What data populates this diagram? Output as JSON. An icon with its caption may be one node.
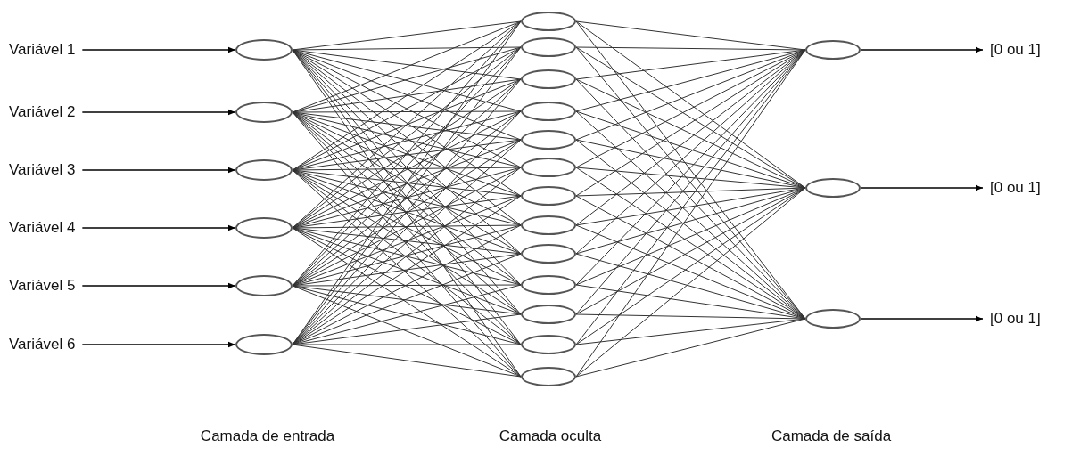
{
  "diagram": {
    "nodes": [
      {
        "text": [
          "Variável 1"
        ]
      },
      {
        "text": [
          "Variável 2"
        ]
      },
      {
        "text": [
          "Variável 3"
        ]
      },
      {
        "text": [
          "Variável 4"
        ]
      },
      {
        "text": [
          "Variável 5"
        ]
      },
      {
        "text": [
          "Variável 6"
        ]
      },
      {
        "text": [],
        "shape": "circle"
      },
      {
        "text": [],
        "shape": "circle"
      },
      {
        "text": [],
        "shape": "circle"
      },
      {
        "text": [],
        "shape": "circle"
      },
      {
        "text": [],
        "shape": "circle"
      },
      {
        "text": [],
        "shape": "circle"
      },
      {
        "text": [],
        "shape": "circle"
      },
      {
        "text": [],
        "shape": "circle"
      },
      {
        "text": [],
        "shape": "circle"
      },
      {
        "text": [],
        "shape": "circle"
      },
      {
        "text": [],
        "shape": "circle"
      },
      {
        "text": [],
        "shape": "circle"
      },
      {
        "text": [],
        "shape": "circle"
      },
      {
        "text": [],
        "shape": "circle"
      },
      {
        "text": [],
        "shape": "circle"
      },
      {
        "text": [],
        "shape": "circle"
      },
      {
        "text": [],
        "shape": "circle"
      },
      {
        "text": [],
        "shape": "circle"
      },
      {
        "text": [],
        "shape": "circle"
      },
      {
        "text": [],
        "shape": "circle"
      },
      {
        "text": [],
        "shape": "circle"
      },
      {
        "text": [],
        "shape": "circle"
      },
      {
        "text": [
          "[0 ou 1]"
        ]
      },
      {
        "text": [
          "[0 ou 1]"
        ]
      },
      {
        "text": [
          "[0 ou 1]"
        ]
      }
    ],
    "edges": [
      {
        "from": 0,
        "to": 6,
        "arrow": "to"
      },
      {
        "from": 1,
        "to": 7,
        "arrow": "to"
      },
      {
        "from": 2,
        "to": 8,
        "arrow": "to"
      },
      {
        "from": 3,
        "to": 9,
        "arrow": "to"
      },
      {
        "from": 4,
        "to": 10,
        "arrow": "to"
      },
      {
        "from": 5,
        "to": 11,
        "arrow": "to"
      },
      {
        "from": 6,
        "to": 12,
        "arrow": "none"
      },
      {
        "from": 6,
        "to": 13,
        "arrow": "none"
      },
      {
        "from": 6,
        "to": 14,
        "arrow": "none"
      },
      {
        "from": 6,
        "to": 15,
        "arrow": "none"
      },
      {
        "from": 6,
        "to": 16,
        "arrow": "none"
      },
      {
        "from": 6,
        "to": 17,
        "arrow": "none"
      },
      {
        "from": 6,
        "to": 18,
        "arrow": "none"
      },
      {
        "from": 6,
        "to": 19,
        "arrow": "none"
      },
      {
        "from": 6,
        "to": 20,
        "arrow": "none"
      },
      {
        "from": 6,
        "to": 21,
        "arrow": "none"
      },
      {
        "from": 6,
        "to": 22,
        "arrow": "none"
      },
      {
        "from": 6,
        "to": 23,
        "arrow": "none"
      },
      {
        "from": 6,
        "to": 24,
        "arrow": "none"
      },
      {
        "from": 7,
        "to": 12,
        "arrow": "none"
      },
      {
        "from": 7,
        "to": 13,
        "arrow": "none"
      },
      {
        "from": 7,
        "to": 14,
        "arrow": "none"
      },
      {
        "from": 7,
        "to": 15,
        "arrow": "none"
      },
      {
        "from": 7,
        "to": 16,
        "arrow": "none"
      },
      {
        "from": 7,
        "to": 17,
        "arrow": "none"
      },
      {
        "from": 7,
        "to": 18,
        "arrow": "none"
      },
      {
        "from": 7,
        "to": 19,
        "arrow": "none"
      },
      {
        "from": 7,
        "to": 20,
        "arrow": "none"
      },
      {
        "from": 7,
        "to": 21,
        "arrow": "none"
      },
      {
        "from": 7,
        "to": 22,
        "arrow": "none"
      },
      {
        "from": 7,
        "to": 23,
        "arrow": "none"
      },
      {
        "from": 7,
        "to": 24,
        "arrow": "none"
      },
      {
        "from": 8,
        "to": 12,
        "arrow": "none"
      },
      {
        "from": 8,
        "to": 13,
        "arrow": "none"
      },
      {
        "from": 8,
        "to": 14,
        "arrow": "none"
      },
      {
        "from": 8,
        "to": 15,
        "arrow": "none"
      },
      {
        "from": 8,
        "to": 16,
        "arrow": "none"
      },
      {
        "from": 8,
        "to": 17,
        "arrow": "none"
      },
      {
        "from": 8,
        "to": 18,
        "arrow": "none"
      },
      {
        "from": 8,
        "to": 19,
        "arrow": "none"
      },
      {
        "from": 8,
        "to": 20,
        "arrow": "none"
      },
      {
        "from": 8,
        "to": 21,
        "arrow": "none"
      },
      {
        "from": 8,
        "to": 22,
        "arrow": "none"
      },
      {
        "from": 8,
        "to": 23,
        "arrow": "none"
      },
      {
        "from": 8,
        "to": 24,
        "arrow": "none"
      },
      {
        "from": 9,
        "to": 12,
        "arrow": "none"
      },
      {
        "from": 9,
        "to": 13,
        "arrow": "none"
      },
      {
        "from": 9,
        "to": 14,
        "arrow": "none"
      },
      {
        "from": 9,
        "to": 15,
        "arrow": "none"
      },
      {
        "from": 9,
        "to": 16,
        "arrow": "none"
      },
      {
        "from": 9,
        "to": 17,
        "arrow": "none"
      },
      {
        "from": 9,
        "to": 18,
        "arrow": "none"
      },
      {
        "from": 9,
        "to": 19,
        "arrow": "none"
      },
      {
        "from": 9,
        "to": 20,
        "arrow": "none"
      },
      {
        "from": 9,
        "to": 21,
        "arrow": "none"
      },
      {
        "from": 9,
        "to": 22,
        "arrow": "none"
      },
      {
        "from": 9,
        "to": 23,
        "arrow": "none"
      },
      {
        "from": 9,
        "to": 24,
        "arrow": "none"
      },
      {
        "from": 10,
        "to": 12,
        "arrow": "none"
      },
      {
        "from": 10,
        "to": 13,
        "arrow": "none"
      },
      {
        "from": 10,
        "to": 14,
        "arrow": "none"
      },
      {
        "from": 10,
        "to": 15,
        "arrow": "none"
      },
      {
        "from": 10,
        "to": 16,
        "arrow": "none"
      },
      {
        "from": 10,
        "to": 17,
        "arrow": "none"
      },
      {
        "from": 10,
        "to": 18,
        "arrow": "none"
      },
      {
        "from": 10,
        "to": 19,
        "arrow": "none"
      },
      {
        "from": 10,
        "to": 20,
        "arrow": "none"
      },
      {
        "from": 10,
        "to": 21,
        "arrow": "none"
      },
      {
        "from": 10,
        "to": 22,
        "arrow": "none"
      },
      {
        "from": 10,
        "to": 23,
        "arrow": "none"
      },
      {
        "from": 10,
        "to": 24,
        "arrow": "none"
      },
      {
        "from": 11,
        "to": 12,
        "arrow": "none"
      },
      {
        "from": 11,
        "to": 13,
        "arrow": "none"
      },
      {
        "from": 11,
        "to": 14,
        "arrow": "none"
      },
      {
        "from": 11,
        "to": 15,
        "arrow": "none"
      },
      {
        "from": 11,
        "to": 16,
        "arrow": "none"
      },
      {
        "from": 11,
        "to": 17,
        "arrow": "none"
      },
      {
        "from": 11,
        "to": 18,
        "arrow": "none"
      },
      {
        "from": 11,
        "to": 19,
        "arrow": "none"
      },
      {
        "from": 11,
        "to": 20,
        "arrow": "none"
      },
      {
        "from": 11,
        "to": 21,
        "arrow": "none"
      },
      {
        "from": 11,
        "to": 22,
        "arrow": "none"
      },
      {
        "from": 11,
        "to": 23,
        "arrow": "none"
      },
      {
        "from": 11,
        "to": 24,
        "arrow": "none"
      },
      {
        "from": 12,
        "to": 25,
        "arrow": "none"
      },
      {
        "from": 12,
        "to": 26,
        "arrow": "none"
      },
      {
        "from": 12,
        "to": 27,
        "arrow": "none"
      },
      {
        "from": 13,
        "to": 25,
        "arrow": "none"
      },
      {
        "from": 13,
        "to": 26,
        "arrow": "none"
      },
      {
        "from": 13,
        "to": 27,
        "arrow": "none"
      },
      {
        "from": 14,
        "to": 25,
        "arrow": "none"
      },
      {
        "from": 14,
        "to": 26,
        "arrow": "none"
      },
      {
        "from": 14,
        "to": 27,
        "arrow": "none"
      },
      {
        "from": 15,
        "to": 25,
        "arrow": "none"
      },
      {
        "from": 15,
        "to": 26,
        "arrow": "none"
      },
      {
        "from": 15,
        "to": 27,
        "arrow": "none"
      },
      {
        "from": 16,
        "to": 25,
        "arrow": "none"
      },
      {
        "from": 16,
        "to": 26,
        "arrow": "none"
      },
      {
        "from": 16,
        "to": 27,
        "arrow": "none"
      },
      {
        "from": 17,
        "to": 25,
        "arrow": "none"
      },
      {
        "from": 17,
        "to": 26,
        "arrow": "none"
      },
      {
        "from": 17,
        "to": 27,
        "arrow": "none"
      },
      {
        "from": 18,
        "to": 25,
        "arrow": "none"
      },
      {
        "from": 18,
        "to": 26,
        "arrow": "none"
      },
      {
        "from": 18,
        "to": 27,
        "arrow": "none"
      },
      {
        "from": 19,
        "to": 25,
        "arrow": "none"
      },
      {
        "from": 19,
        "to": 26,
        "arrow": "none"
      },
      {
        "from": 19,
        "to": 27,
        "arrow": "none"
      },
      {
        "from": 20,
        "to": 25,
        "arrow": "none"
      },
      {
        "from": 20,
        "to": 26,
        "arrow": "none"
      },
      {
        "from": 20,
        "to": 27,
        "arrow": "none"
      },
      {
        "from": 21,
        "to": 25,
        "arrow": "none"
      },
      {
        "from": 21,
        "to": 26,
        "arrow": "none"
      },
      {
        "from": 21,
        "to": 27,
        "arrow": "none"
      },
      {
        "from": 22,
        "to": 25,
        "arrow": "none"
      },
      {
        "from": 22,
        "to": 26,
        "arrow": "none"
      },
      {
        "from": 22,
        "to": 27,
        "arrow": "none"
      },
      {
        "from": 23,
        "to": 25,
        "arrow": "none"
      },
      {
        "from": 23,
        "to": 26,
        "arrow": "none"
      },
      {
        "from": 23,
        "to": 27,
        "arrow": "none"
      },
      {
        "from": 24,
        "to": 25,
        "arrow": "none"
      },
      {
        "from": 24,
        "to": 26,
        "arrow": "none"
      },
      {
        "from": 24,
        "to": 27,
        "arrow": "none"
      },
      {
        "from": 25,
        "to": 28,
        "arrow": "to"
      },
      {
        "from": 26,
        "to": 29,
        "arrow": "to"
      },
      {
        "from": 27,
        "to": 30,
        "arrow": "to"
      }
    ],
    "labels": [
      "Camada de entrada",
      "Camada oculta",
      "Camada de saída"
    ]
  }
}
